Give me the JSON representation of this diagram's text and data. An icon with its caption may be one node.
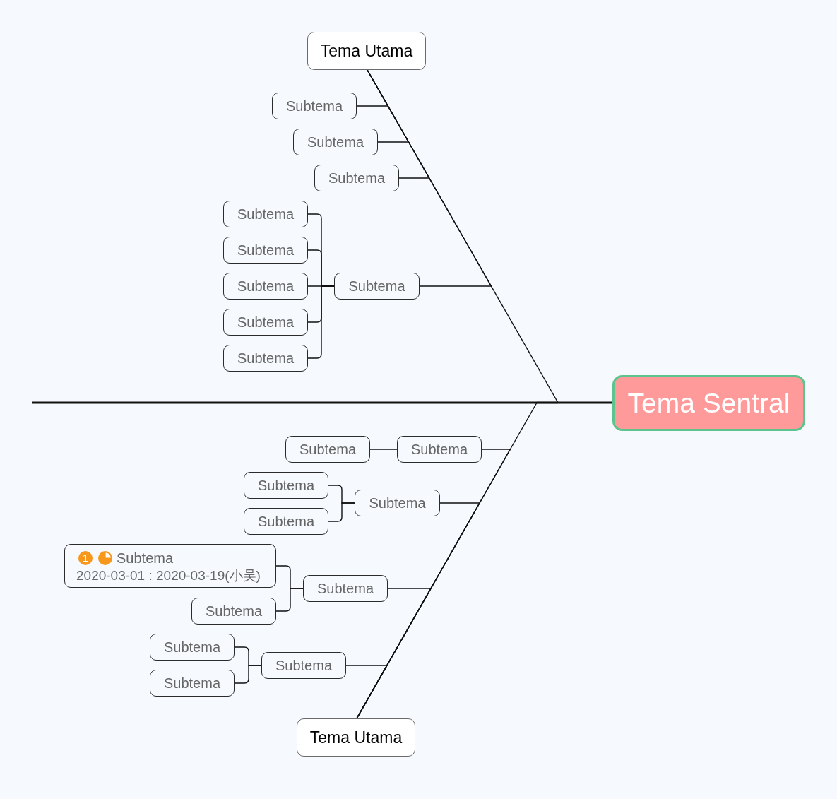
{
  "diagram": {
    "nodes": [
      {
        "text": [
          "Tema Sentral"
        ]
      },
      {
        "text": [
          "Tema Utama"
        ]
      },
      {
        "text": [
          "Subtema"
        ]
      },
      {
        "text": [
          "Subtema"
        ]
      },
      {
        "text": [
          "Subtema"
        ]
      },
      {
        "text": [
          "Subtema"
        ]
      },
      {
        "text": [
          "Subtema"
        ]
      },
      {
        "text": [
          "Subtema"
        ]
      },
      {
        "text": [
          "Subtema"
        ]
      },
      {
        "text": [
          "Subtema"
        ]
      },
      {
        "text": [
          "Subtema"
        ]
      },
      {
        "text": [
          "Tema Utama"
        ]
      },
      {
        "text": [
          "Subtema"
        ]
      },
      {
        "text": [
          "Subtema"
        ]
      },
      {
        "text": [
          "Subtema"
        ]
      },
      {
        "text": [
          "Subtema"
        ]
      },
      {
        "text": [
          "Subtema"
        ]
      },
      {
        "text": [
          "Subtema"
        ]
      },
      {
        "text": [
          "1",
          "Subtema",
          "2020-03-01 : 2020-03-19(小吴)"
        ]
      },
      {
        "text": [
          "Subtema"
        ]
      },
      {
        "text": [
          "Subtema"
        ]
      },
      {
        "text": [
          "Subtema"
        ]
      },
      {
        "text": [
          "Subtema"
        ]
      }
    ],
    "edges": [
      {
        "from": null,
        "to": 0,
        "arrow": "none",
        "style": "thick"
      },
      {
        "from": 0,
        "to": 1,
        "arrow": "none"
      },
      {
        "from": 0,
        "to": 11,
        "arrow": "none"
      },
      {
        "from": 1,
        "to": 2,
        "arrow": "none"
      },
      {
        "from": 1,
        "to": 3,
        "arrow": "none"
      },
      {
        "from": 1,
        "to": 4,
        "arrow": "none"
      },
      {
        "from": 1,
        "to": 5,
        "arrow": "none"
      },
      {
        "from": 5,
        "to": 6,
        "arrow": "none"
      },
      {
        "from": 5,
        "to": 7,
        "arrow": "none"
      },
      {
        "from": 5,
        "to": 8,
        "arrow": "none"
      },
      {
        "from": 5,
        "to": 9,
        "arrow": "none"
      },
      {
        "from": 5,
        "to": 10,
        "arrow": "none"
      },
      {
        "from": 11,
        "to": 12,
        "arrow": "none"
      },
      {
        "from": 12,
        "to": 13,
        "arrow": "none"
      },
      {
        "from": 11,
        "to": 14,
        "arrow": "none"
      },
      {
        "from": 14,
        "to": 15,
        "arrow": "none"
      },
      {
        "from": 14,
        "to": 16,
        "arrow": "none"
      },
      {
        "from": 11,
        "to": 17,
        "arrow": "none"
      },
      {
        "from": 17,
        "to": 18,
        "arrow": "none"
      },
      {
        "from": 17,
        "to": 19,
        "arrow": "none"
      },
      {
        "from": 11,
        "to": 20,
        "arrow": "none"
      },
      {
        "from": 20,
        "to": 21,
        "arrow": "none"
      },
      {
        "from": 20,
        "to": 22,
        "arrow": "none"
      }
    ]
  }
}
